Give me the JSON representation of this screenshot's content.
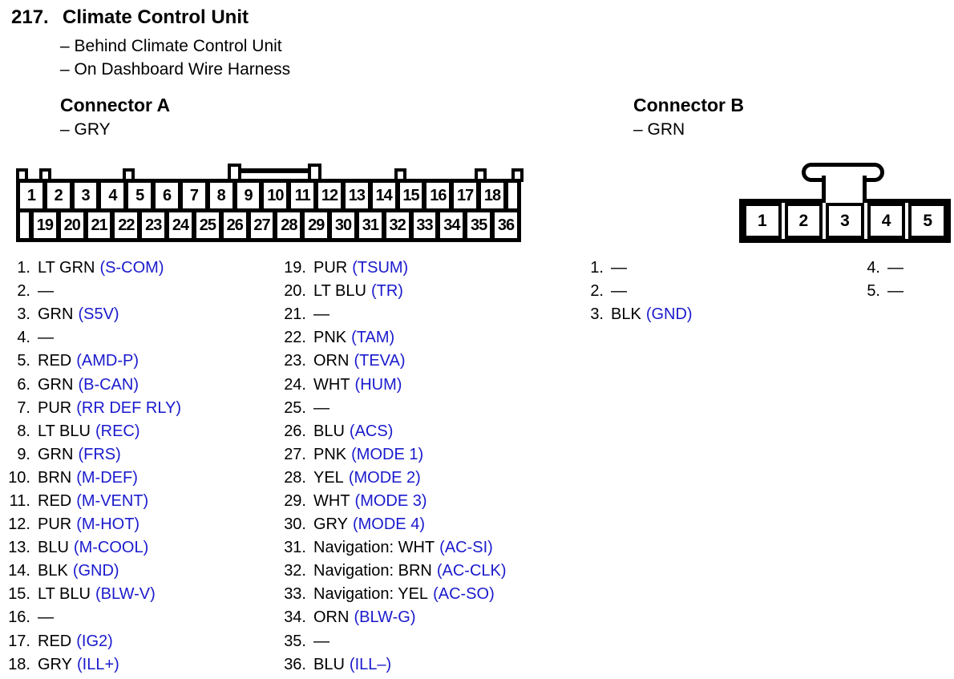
{
  "page": {
    "index": "217.",
    "title": "Climate Control Unit",
    "notes": [
      "– Behind Climate Control Unit",
      "– On Dashboard Wire Harness"
    ]
  },
  "colors": {
    "signal": "#1a1acd",
    "ink": "#000000"
  },
  "connector_a": {
    "name": "Connector A",
    "wire_color": "– GRY",
    "top_pins": [
      "1",
      "2",
      "3",
      "4",
      "5",
      "6",
      "7",
      "8",
      "9",
      "10",
      "11",
      "12",
      "13",
      "14",
      "15",
      "16",
      "17",
      "18"
    ],
    "bottom_pins": [
      "19",
      "20",
      "21",
      "22",
      "23",
      "24",
      "25",
      "26",
      "27",
      "28",
      "29",
      "30",
      "31",
      "32",
      "33",
      "34",
      "35",
      "36"
    ],
    "pins": [
      {
        "num": "1.",
        "label": "LT GRN",
        "signal": "(S-COM)"
      },
      {
        "num": "2.",
        "label": "—",
        "signal": ""
      },
      {
        "num": "3.",
        "label": "GRN",
        "signal": "(S5V)"
      },
      {
        "num": "4.",
        "label": "—",
        "signal": ""
      },
      {
        "num": "5.",
        "label": "RED",
        "signal": "(AMD-P)"
      },
      {
        "num": "6.",
        "label": "GRN",
        "signal": "(B-CAN)"
      },
      {
        "num": "7.",
        "label": "PUR",
        "signal": "(RR DEF RLY)"
      },
      {
        "num": "8.",
        "label": "LT BLU",
        "signal": "(REC)"
      },
      {
        "num": "9.",
        "label": "GRN",
        "signal": "(FRS)"
      },
      {
        "num": "10.",
        "label": "BRN",
        "signal": "(M-DEF)"
      },
      {
        "num": "11.",
        "label": "RED",
        "signal": "(M-VENT)"
      },
      {
        "num": "12.",
        "label": "PUR",
        "signal": "(M-HOT)"
      },
      {
        "num": "13.",
        "label": "BLU",
        "signal": "(M-COOL)"
      },
      {
        "num": "14.",
        "label": "BLK",
        "signal": "(GND)"
      },
      {
        "num": "15.",
        "label": "LT BLU",
        "signal": "(BLW-V)"
      },
      {
        "num": "16.",
        "label": "—",
        "signal": ""
      },
      {
        "num": "17.",
        "label": "RED",
        "signal": "(IG2)"
      },
      {
        "num": "18.",
        "label": "GRY",
        "signal": "(ILL+)"
      },
      {
        "num": "19.",
        "label": "PUR",
        "signal": "(TSUM)"
      },
      {
        "num": "20.",
        "label": "LT BLU",
        "signal": "(TR)"
      },
      {
        "num": "21.",
        "label": "—",
        "signal": ""
      },
      {
        "num": "22.",
        "label": "PNK",
        "signal": "(TAM)"
      },
      {
        "num": "23.",
        "label": "ORN",
        "signal": "(TEVA)"
      },
      {
        "num": "24.",
        "label": "WHT",
        "signal": "(HUM)"
      },
      {
        "num": "25.",
        "label": "—",
        "signal": ""
      },
      {
        "num": "26.",
        "label": "BLU",
        "signal": "(ACS)"
      },
      {
        "num": "27.",
        "label": "PNK",
        "signal": "(MODE 1)"
      },
      {
        "num": "28.",
        "label": "YEL",
        "signal": "(MODE 2)"
      },
      {
        "num": "29.",
        "label": "WHT",
        "signal": "(MODE 3)"
      },
      {
        "num": "30.",
        "label": "GRY",
        "signal": "(MODE 4)"
      },
      {
        "num": "31.",
        "label": "Navigation: WHT",
        "signal": "(AC-SI)"
      },
      {
        "num": "32.",
        "label": "Navigation: BRN",
        "signal": "(AC-CLK)"
      },
      {
        "num": "33.",
        "label": "Navigation: YEL",
        "signal": "(AC-SO)"
      },
      {
        "num": "34.",
        "label": "ORN",
        "signal": "(BLW-G)"
      },
      {
        "num": "35.",
        "label": "—",
        "signal": ""
      },
      {
        "num": "36.",
        "label": "BLU",
        "signal": "(ILL–)"
      }
    ]
  },
  "connector_b": {
    "name": "Connector B",
    "wire_color": "– GRN",
    "pins_row": [
      "1",
      "2",
      "3",
      "4",
      "5"
    ],
    "pins": [
      {
        "num": "1.",
        "label": "—",
        "signal": ""
      },
      {
        "num": "2.",
        "label": "—",
        "signal": ""
      },
      {
        "num": "3.",
        "label": "BLK",
        "signal": "(GND)"
      },
      {
        "num": "4.",
        "label": "—",
        "signal": ""
      },
      {
        "num": "5.",
        "label": "—",
        "signal": ""
      }
    ]
  },
  "layout_columns": {
    "a_col1": {
      "source": "connector_a",
      "start": 0,
      "end": 18
    },
    "a_col2": {
      "source": "connector_a",
      "start": 18,
      "end": 36
    },
    "b_col1": {
      "source": "connector_b",
      "start": 0,
      "end": 3
    },
    "b_col2": {
      "source": "connector_b",
      "start": 3,
      "end": 5
    }
  }
}
